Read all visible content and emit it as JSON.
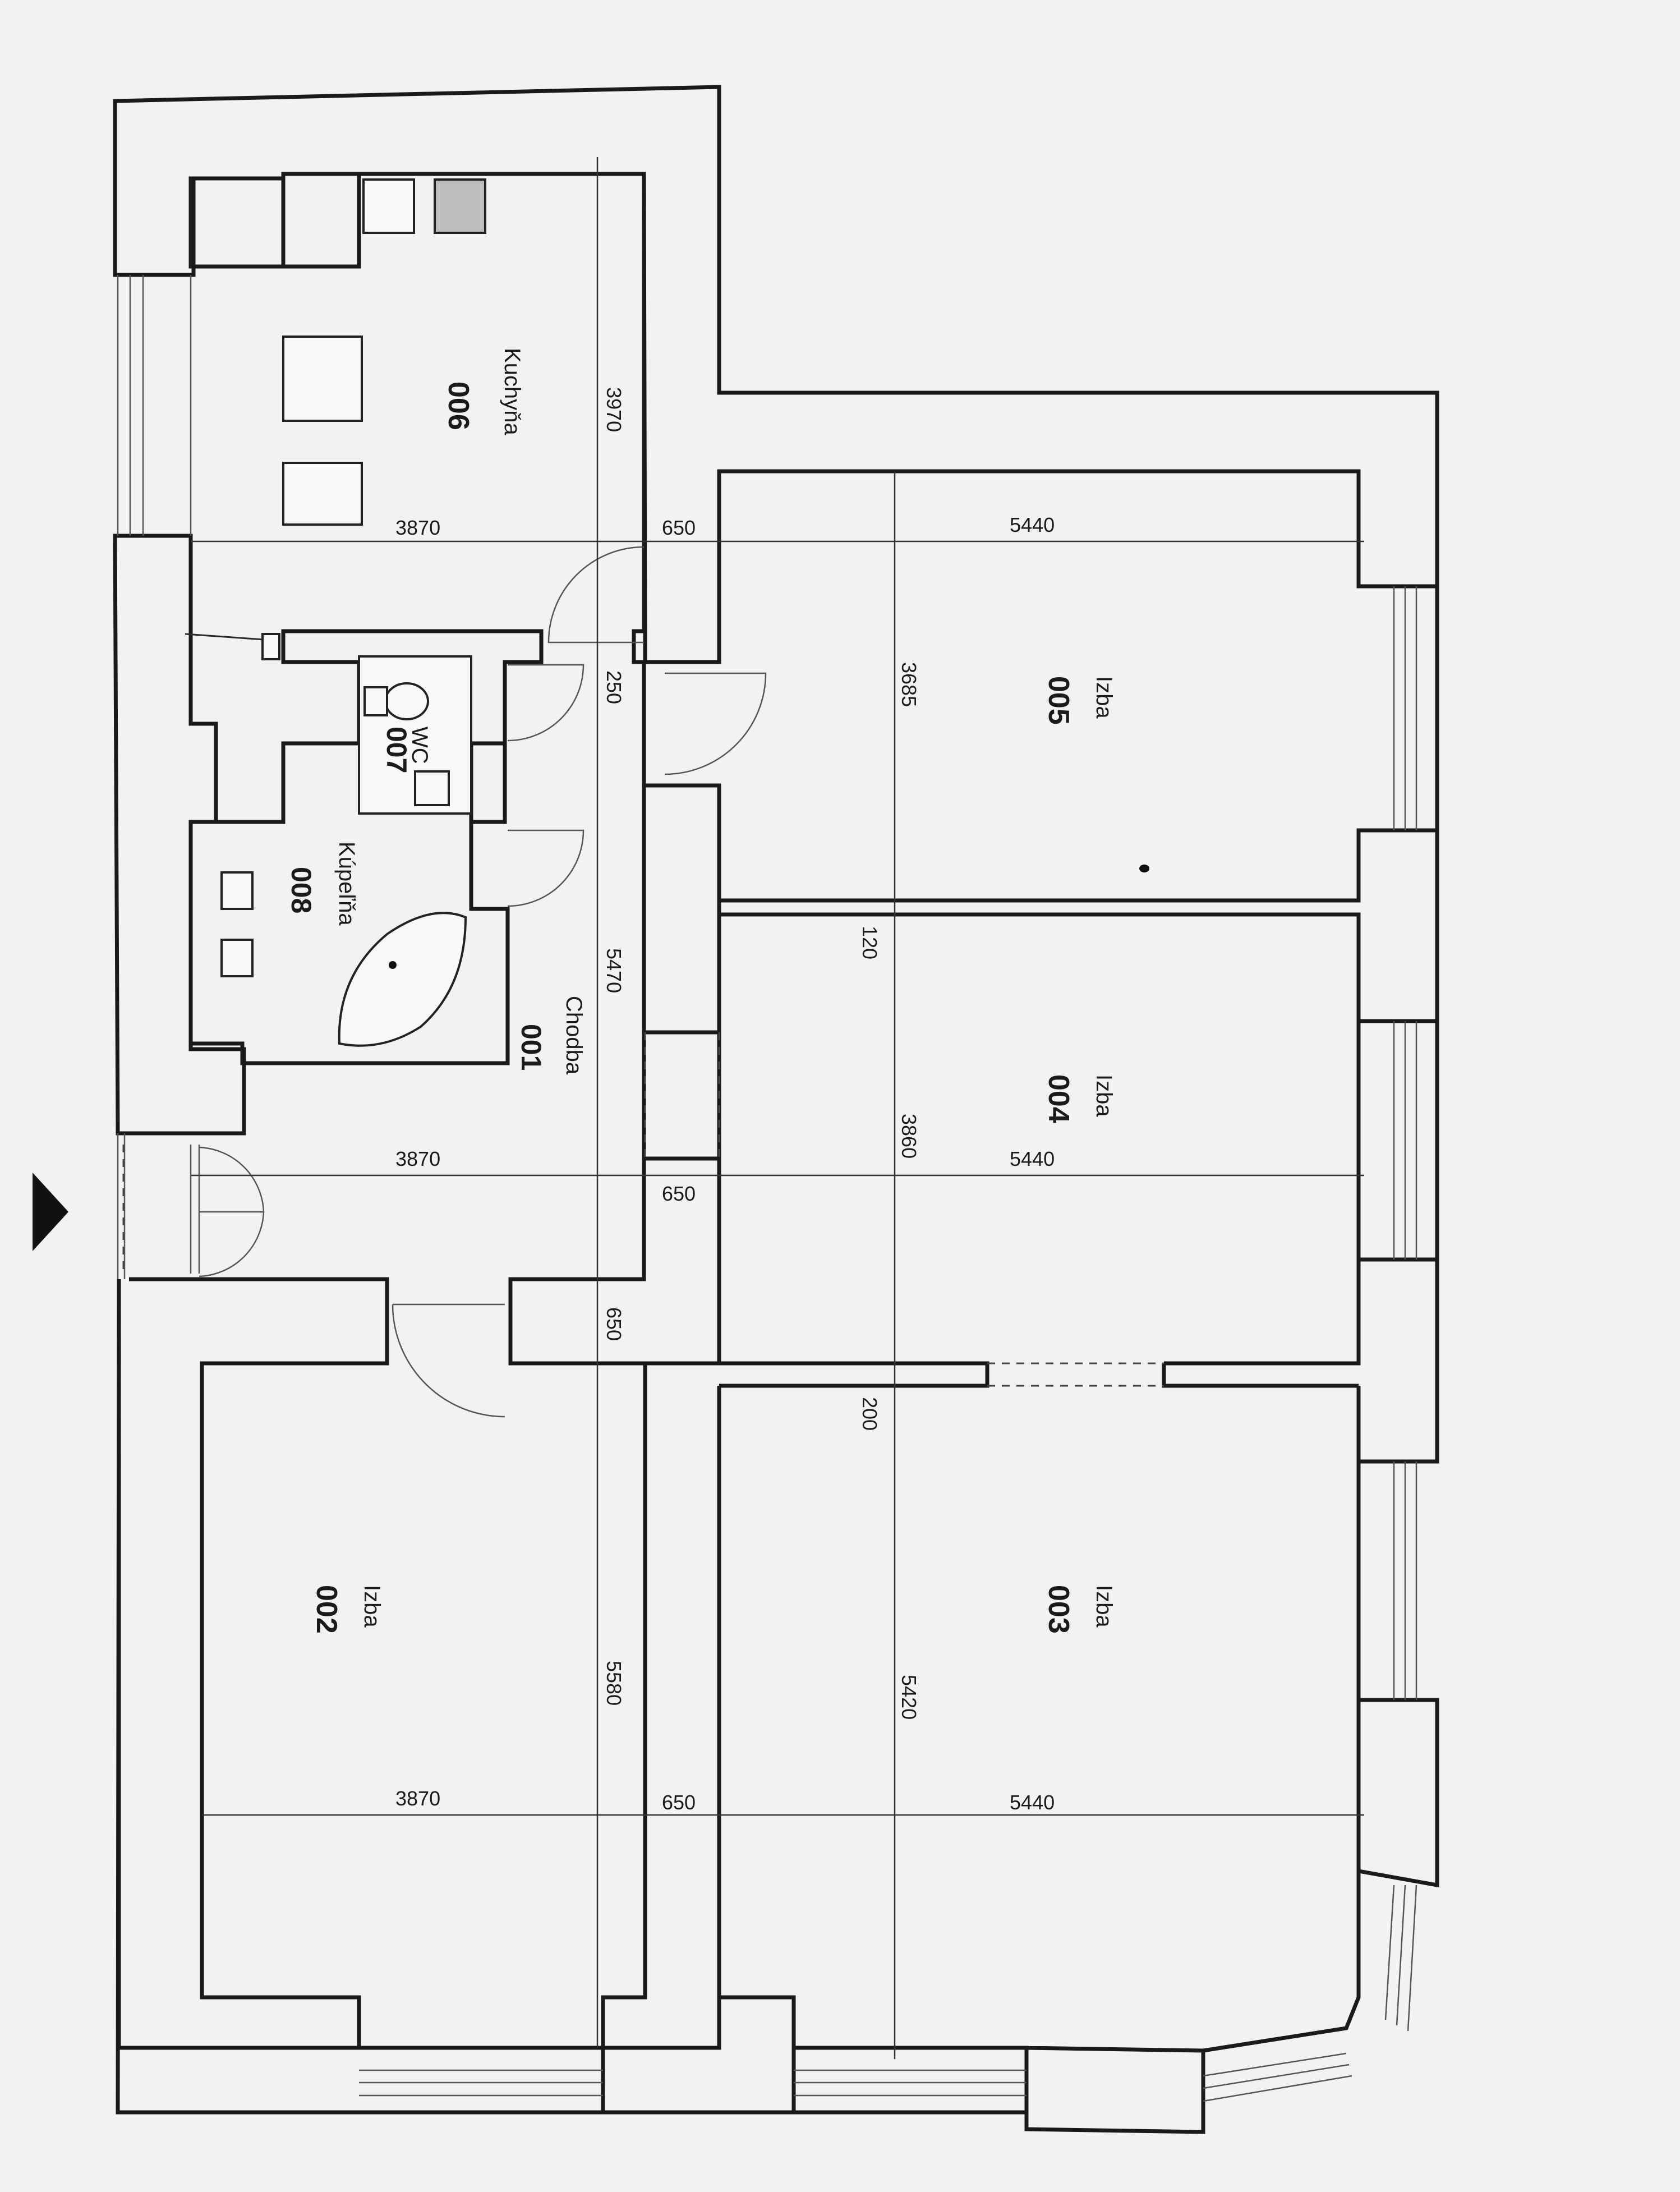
{
  "rooms": [
    {
      "id": "006",
      "name": "Kuchyňa"
    },
    {
      "id": "007",
      "name": "WC"
    },
    {
      "id": "008",
      "name": "Kúpeľňa"
    },
    {
      "id": "001",
      "name": "Chodba"
    },
    {
      "id": "005",
      "name": "Izba"
    },
    {
      "id": "004",
      "name": "Izba"
    },
    {
      "id": "003",
      "name": "Izba"
    },
    {
      "id": "002",
      "name": "Izba"
    }
  ],
  "dimensions": {
    "d3870_a": "3870",
    "d650_a": "650",
    "d5440_a": "5440",
    "d3870_b": "3870",
    "d650_b": "650",
    "d5440_b": "5440",
    "d3870_c": "3870",
    "d650_c": "650",
    "d5440_c": "5440",
    "d3970": "3970",
    "d250": "250",
    "d5470": "5470",
    "d650_v": "650",
    "d5580": "5580",
    "d3685": "3685",
    "d120": "120",
    "d3860": "3860",
    "d200": "200",
    "d5420": "5420"
  },
  "entrance_marker": "entrance-arrow"
}
